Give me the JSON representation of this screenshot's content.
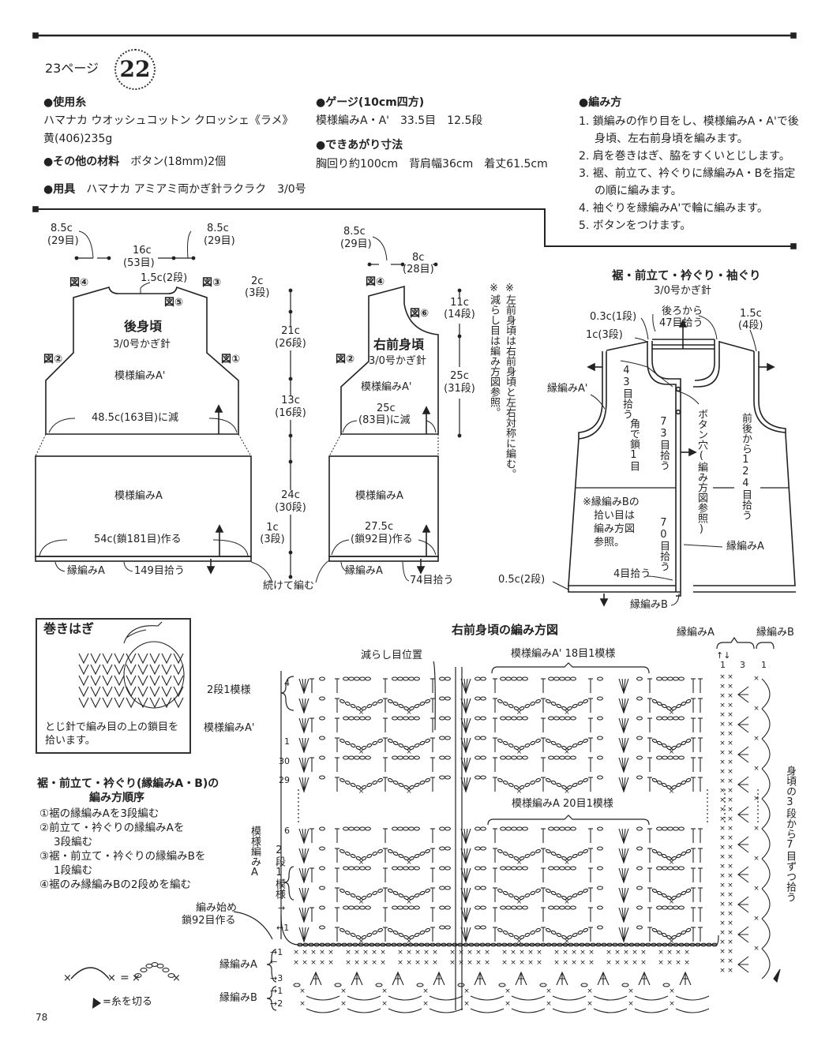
{
  "header": {
    "page_ref": "23ページ",
    "pattern_no": "22"
  },
  "materials": {
    "yarn_heading": "●使用糸",
    "yarn_line1": "ハマナカ ウオッシュコットン クロッシェ《ラメ》",
    "yarn_line2": "黄(406)235g",
    "other_heading": "●その他の材料",
    "other_value": "ボタン(18mm)2個",
    "tools_heading": "●用具",
    "tools_value": "ハマナカ アミアミ両かぎ針ラクラク　3/0号"
  },
  "gauge": {
    "heading": "●ゲージ(10cm四方)",
    "value": "模様編みA・A'　33.5目　12.5段"
  },
  "size": {
    "heading": "●できあがり寸法",
    "value": "胸回り約100cm　背肩幅36cm　着丈61.5cm"
  },
  "instructions": {
    "heading": "●編み方",
    "steps": [
      "1. 鎖編みの作り目をし、模様編みA・A'で後身頃、左右前身頃を編みます。",
      "2. 肩を巻きはぎ、脇をすくいとじします。",
      "3. 裾、前立て、衿ぐりに縁編みA・Bを指定の順に編みます。",
      "4. 袖ぐりを縁編みA'で輪に編みます。",
      "5. ボタンをつけます。"
    ]
  },
  "back": {
    "shoulder_w": "8.5c",
    "shoulder_st": "(29目)",
    "neck_w": "16c",
    "neck_st": "(53目)",
    "neck_depth": "1.5c(2段)",
    "fig4": "図④",
    "fig3": "図③",
    "fig5": "図⑤",
    "title": "後身頃",
    "needle": "3/0号かぎ針",
    "fig2": "図②",
    "fig1": "図①",
    "pattern_upper": "模様編みA'",
    "decrease": "48.5c(163目)に減",
    "pattern_lower": "模様編みA",
    "foundation": "54c(鎖181目)作る",
    "edging": "縁編みA",
    "pickup": "149目拾う"
  },
  "measures": {
    "m1": "2c",
    "m1r": "(3段)",
    "m2": "21c",
    "m2r": "(26段)",
    "m3": "13c",
    "m3r": "(16段)",
    "m4": "24c",
    "m4r": "(30段)",
    "m5": "1c",
    "m5r": "(3段)",
    "continue": "続けて編む"
  },
  "front": {
    "shoulder_w": "8.5c",
    "shoulder_st": "(29目)",
    "neck_w": "8c",
    "neck_st": "(28目)",
    "fig4": "図④",
    "fig6": "図⑥",
    "m1": "11c",
    "m1r": "(14段)",
    "m2": "25c",
    "m2r": "(31段)",
    "title": "右前身頃",
    "needle": "3/0号かぎ針",
    "fig2": "図②",
    "pattern_upper": "模様編みA'",
    "decrease_w": "25c",
    "decrease": "(83目)に減",
    "pattern_lower": "模様編みA",
    "foundation_w": "27.5c",
    "foundation": "(鎖92目)作る",
    "edging": "縁編みA",
    "pickup": "74目拾う"
  },
  "notes": {
    "note1": "※左前身頃は右前身頃と左右対称に編む。",
    "note2": "※減らし目は編み方図参照。"
  },
  "edging_diagram": {
    "title": "裾・前立て・衿ぐり・袖ぐり",
    "needle": "3/0号かぎ針",
    "l1": "0.3c(1段)",
    "l2": "1c(3段)",
    "back1": "後ろから",
    "back2": "47目拾う",
    "arm_w": "1.5c",
    "arm_r": "(4段)",
    "pick43": "43目拾う",
    "edge_a2": "縁編みA'",
    "corner": "角で鎖1目",
    "pick73": "73目拾う",
    "buttonhole": "ボタン穴(編み方図参照)",
    "pick124": "前後から124目拾う",
    "noteB1": "※縁編みBの",
    "noteB2": "拾い目は",
    "noteB3": "編み方図",
    "noteB4": "参照。",
    "pick70": "70目拾う",
    "edge_a": "縁編みA",
    "pick4": "4目拾う",
    "hem": "0.5c(2段)",
    "edge_b": "縁編みB"
  },
  "makihagi": {
    "title": "巻きはぎ",
    "caption1": "とじ針で編み目の上の鎖目を",
    "caption2": "拾います。"
  },
  "order": {
    "title1": "裾・前立て・衿ぐり(縁編みA・B)の",
    "title2": "編み方順序",
    "items": [
      "①裾の縁編みAを3段編む",
      "②前立て・衿ぐりの縁編みAを",
      "3段編む",
      "③裾・前立て・衿ぐりの縁編みBを",
      "1段編む",
      "④裾のみ縁編みBの2段めを編む"
    ]
  },
  "legend": {
    "equals": "=",
    "cut": "=糸を切る"
  },
  "page_number": "78",
  "chart": {
    "title": "右前身頃の編み方図",
    "decrease_pos": "減らし目位置",
    "repeat_a2": "模様編みA' 18目1模様",
    "repeat_a": "模様編みA 20目1模様",
    "edge_a": "縁編みA",
    "edge_b": "縁編みB",
    "two_row_repeat": "2段1模様",
    "pattern_a2": "模様編みA'",
    "pattern_a": "模様編みA",
    "two_row_repeat_v": "2段1模様",
    "start1": "編み始め",
    "start2": "鎖92目作る",
    "edge_a_left": "縁編みA",
    "edge_b_left": "縁編みB",
    "rows": {
      "r4": "4",
      "r1": "1",
      "r30": "30",
      "r29": "29",
      "r6": "6",
      "rarrow": "→",
      "rl1": "←1",
      "ea1": "→1",
      "ea2": "←",
      "ea3": "→3",
      "eb1": "→1",
      "eb2": "→2"
    },
    "cols": {
      "c_ud": "↑↓",
      "c1": "1",
      "c3": "3",
      "c1b": "1"
    },
    "side_pickup": "身頃の3段から7目ずつ拾う"
  }
}
